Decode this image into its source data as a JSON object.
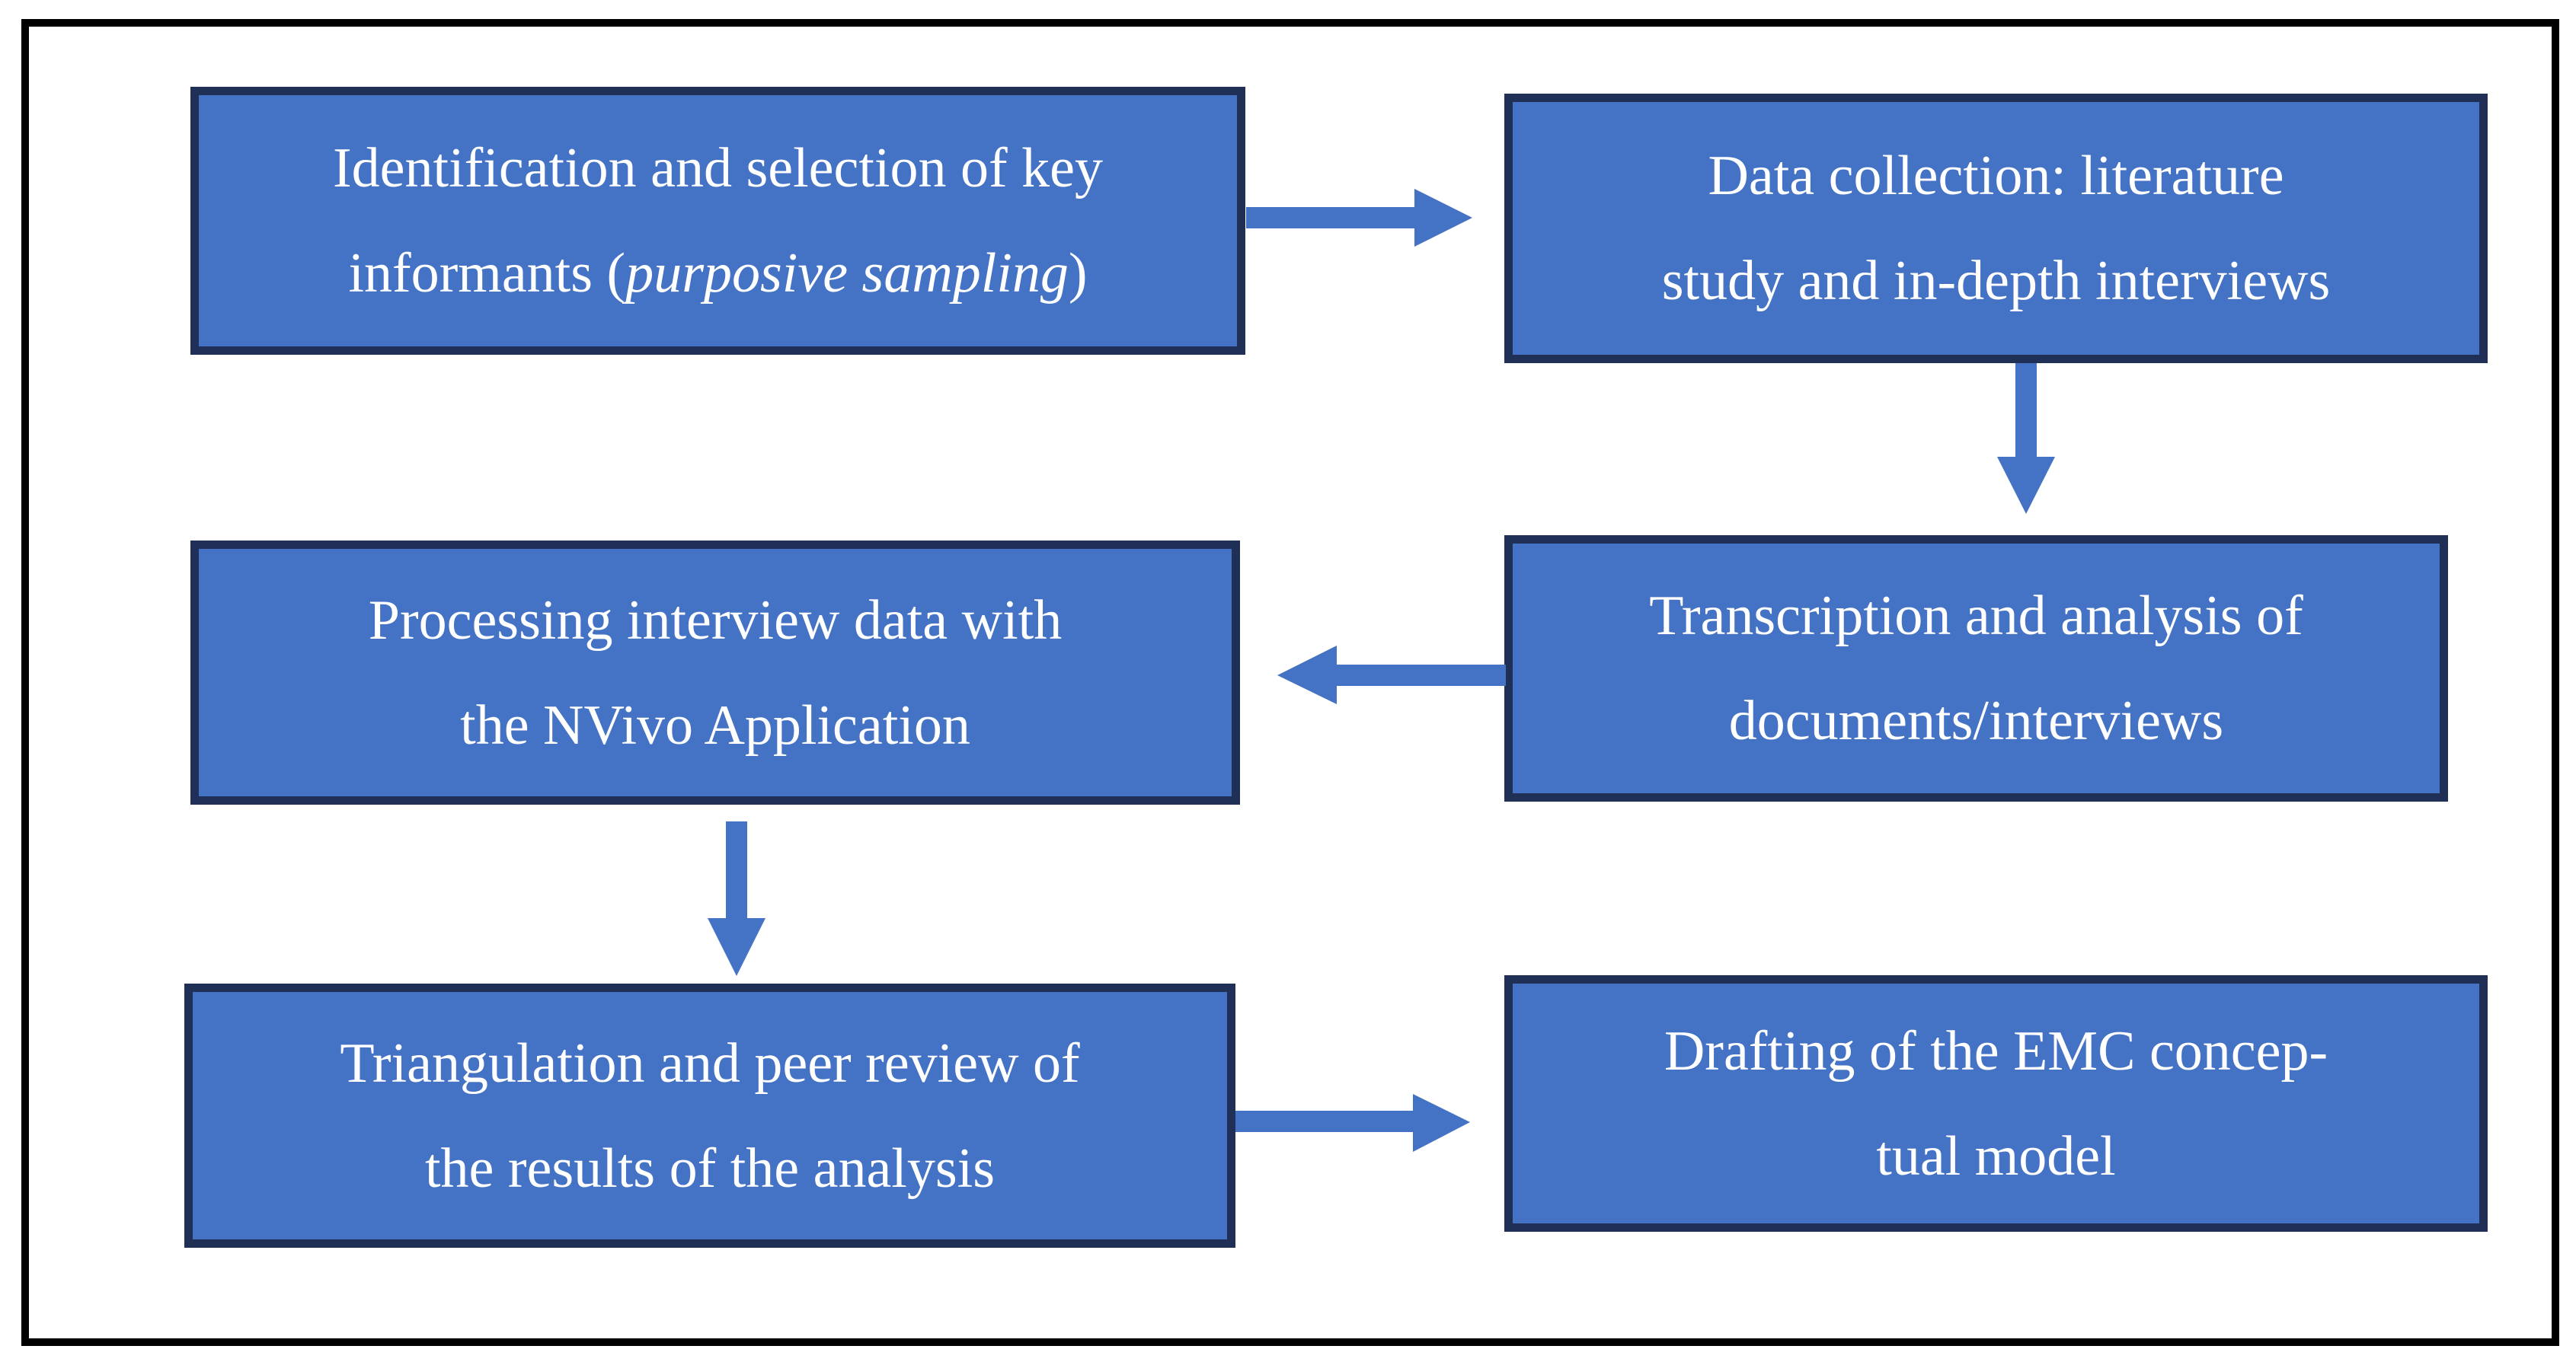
{
  "diagram": {
    "type": "flowchart",
    "steps": [
      {
        "id": "identification",
        "line1": "Identification and selection of key",
        "line2_prefix": "informants (",
        "line2_italic": "purposive sampling",
        "line2_suffix": ")"
      },
      {
        "id": "data-collection",
        "line1": "Data collection: literature",
        "line2": "study and in-depth interviews"
      },
      {
        "id": "transcription",
        "line1": "Transcription and analysis of",
        "line2": "documents/interviews"
      },
      {
        "id": "processing",
        "line1": "Processing interview data with",
        "line2": "the NVivo Application"
      },
      {
        "id": "triangulation",
        "line1": "Triangulation and peer review of",
        "line2": "the results of the analysis"
      },
      {
        "id": "drafting",
        "line1": "Drafting of the EMC concep-",
        "line2": "tual model"
      }
    ],
    "connections": [
      {
        "from": "identification",
        "to": "data-collection",
        "direction": "right"
      },
      {
        "from": "data-collection",
        "to": "transcription",
        "direction": "down"
      },
      {
        "from": "transcription",
        "to": "processing",
        "direction": "left"
      },
      {
        "from": "processing",
        "to": "triangulation",
        "direction": "down"
      },
      {
        "from": "triangulation",
        "to": "drafting",
        "direction": "right"
      }
    ]
  },
  "palette": {
    "box_fill": "#4472C4",
    "box_border": "#1F2F55",
    "arrow_color": "#4472C4",
    "frame_color": "#000000",
    "text_color": "#FFFFFF",
    "background": "#FFFFFF"
  }
}
